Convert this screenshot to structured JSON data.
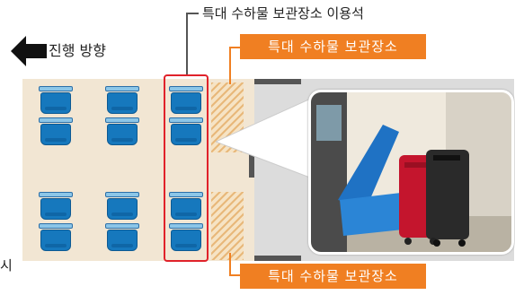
{
  "top_label": "특대 수하물 보관장소 이용석",
  "direction_label": "진행 방향",
  "storage_tag_top": "특대 수하물 보관장소",
  "storage_tag_bottom": "특대 수하물 보관장소",
  "edge_fragment": "시",
  "colors": {
    "accent_orange": "#f07f22",
    "seat_blue": "#1678bd",
    "highlight_red": "#e0222a",
    "floor_beige": "#f2e6d3"
  }
}
